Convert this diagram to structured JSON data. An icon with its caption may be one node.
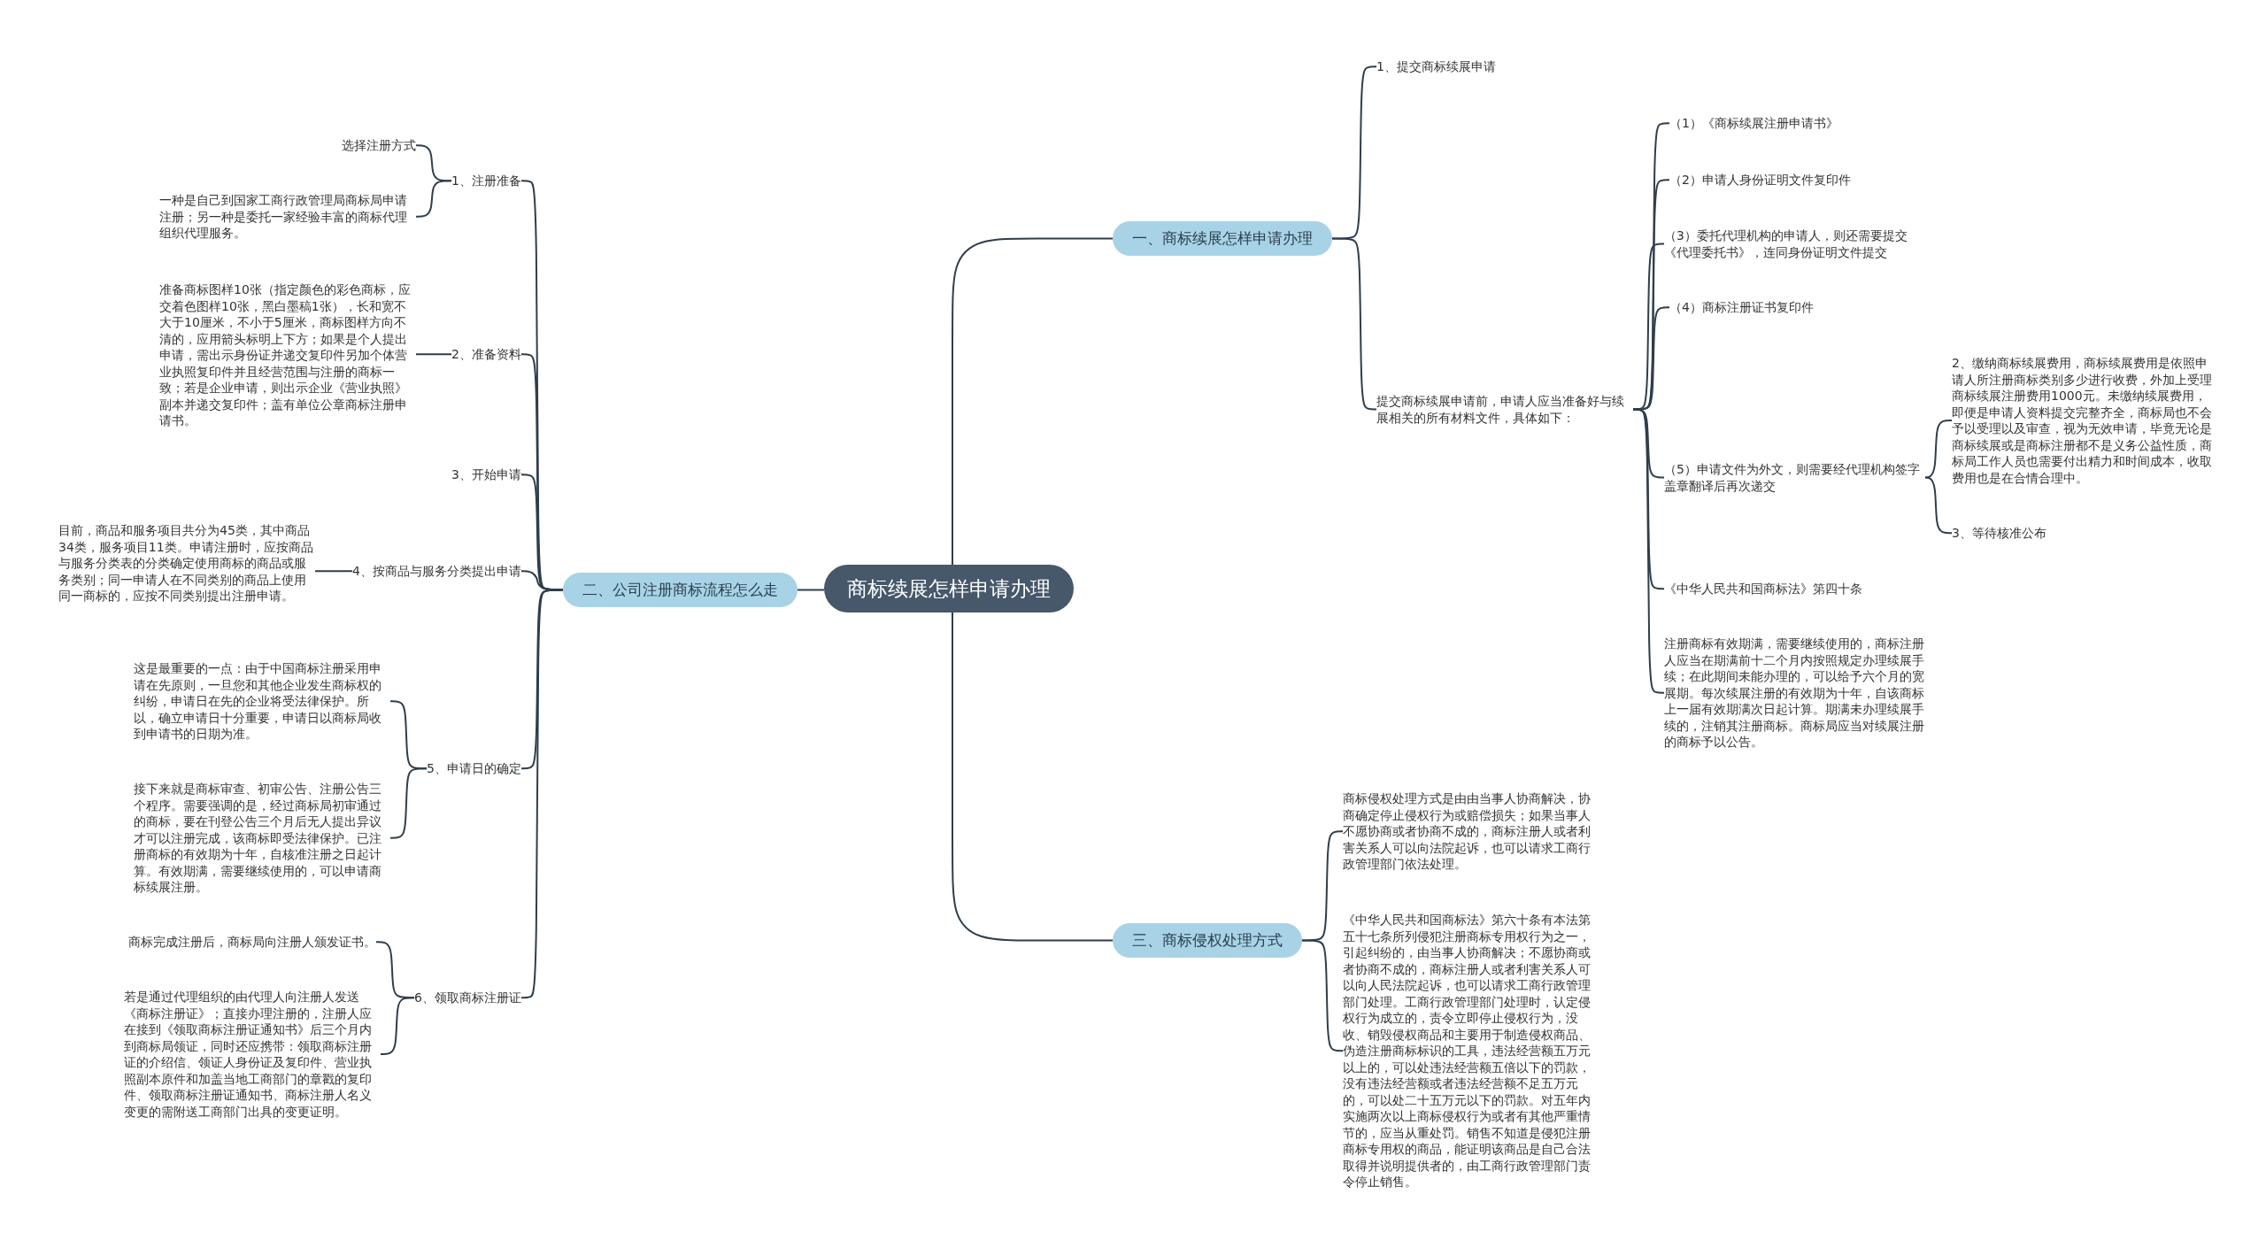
{
  "diagram": {
    "nodes": [
      {
        "text": [
          "商标续展怎样申请办理"
        ]
      },
      {
        "text": [
          "一、商标续展怎样申请办理"
        ]
      },
      {
        "text": [
          "二、公司注册商标流程怎么走"
        ]
      },
      {
        "text": [
          "三、商标侵权处理方式"
        ]
      },
      {
        "text": [
          "1、提交商标续展申请"
        ]
      },
      {
        "text": [
          "提交商标续展申请前，申请人应当准备好与续展相关的所有材料文件，具体如下："
        ]
      },
      {
        "text": [
          "（1）《商标续展注册申请书》"
        ]
      },
      {
        "text": [
          "（2）申请人身份证明文件复印件"
        ]
      },
      {
        "text": [
          "（3）委托代理机构的申请人，则还需要提交《代理委托书》，连同身份证明文件提交"
        ]
      },
      {
        "text": [
          "（4）商标注册证书复印件"
        ]
      },
      {
        "text": [
          "（5）申请文件为外文，则需要经代理机构签字盖章翻译后再次递交"
        ]
      },
      {
        "text": [
          "《中华人民共和国商标法》第四十条"
        ]
      },
      {
        "text": [
          "注册商标有效期满，需要继续使用的，商标注册人应当在期满前十二个月内按照规定办理续展手续；在此期间未能办理的，可以给予六个月的宽展期。每次续展注册的有效期为十年，自该商标上一届有效期满次日起计算。期满未办理续展手续的，注销其注册商标。商标局应当对续展注册的商标予以公告。"
        ]
      },
      {
        "text": [
          "2、缴纳商标续展费用，商标续展费用是依照申请人所注册商标类别多少进行收费，外加上受理商标续展注册费用1000元。未缴纳续展费用，即便是申请人资料提交完整齐全，商标局也不会予以受理以及审查，视为无效申请，毕竟无论是商标续展或是商标注册都不是义务公益性质，商标局工作人员也需要付出精力和时间成本，收取费用也是在合情合理中。"
        ]
      },
      {
        "text": [
          "3、等待核准公布"
        ]
      },
      {
        "text": [
          "1、注册准备"
        ]
      },
      {
        "text": [
          "选择注册方式"
        ]
      },
      {
        "text": [
          "一种是自己到国家工商行政管理局商标局申请注册；另一种是委托一家经验丰富的商标代理组织代理服务。"
        ]
      },
      {
        "text": [
          "2、准备资料"
        ]
      },
      {
        "text": [
          "准备商标图样10张（指定颜色的彩色商标，应交着色图样10张，黑白墨稿1张），长和宽不大于10厘米，不小于5厘米，商标图样方向不清的，应用箭头标明上下方；如果是个人提出申请，需出示身份证并递交复印件另加个体营业执照复印件并且经营范围与注册的商标一致；若是企业申请，则出示企业《营业执照》副本并递交复印件；盖有单位公章商标注册申请书。"
        ]
      },
      {
        "text": [
          "3、开始申请"
        ]
      },
      {
        "text": [
          "4、按商品与服务分类提出申请"
        ]
      },
      {
        "text": [
          "目前，商品和服务项目共分为45类，其中商品34类，服务项目11类。申请注册时，应按商品与服务分类表的分类确定使用商标的商品或服务类别；同一申请人在不同类别的商品上使用同一商标的，应按不同类别提出注册申请。"
        ]
      },
      {
        "text": [
          "5、申请日的确定"
        ]
      },
      {
        "text": [
          "这是最重要的一点：由于中国商标注册采用申请在先原则，一旦您和其他企业发生商标权的纠纷，申请日在先的企业将受法律保护。所以，确立申请日十分重要，申请日以商标局收到申请书的日期为准。"
        ]
      },
      {
        "text": [
          "接下来就是商标审查、初审公告、注册公告三个程序。需要强调的是，经过商标局初审通过的商标，要在刊登公告三个月后无人提出异议才可以注册完成，该商标即受法律保护。已注册商标的有效期为十年，自核准注册之日起计算。有效期满，需要继续使用的，可以申请商标续展注册。"
        ]
      },
      {
        "text": [
          "6、领取商标注册证"
        ]
      },
      {
        "text": [
          "商标完成注册后，商标局向注册人颁发证书。"
        ]
      },
      {
        "text": [
          "若是通过代理组织的由代理人向注册人发送《商标注册证》；直接办理注册的，注册人应在接到《领取商标注册证通知书》后三个月内到商标局领证，同时还应携带：领取商标注册证的介绍信、领证人身份证及复印件、营业执照副本原件和加盖当地工商部门的章戳的复印件、领取商标注册证通知书、商标注册人名义变更的需附送工商部门出具的变更证明。"
        ]
      },
      {
        "text": [
          "商标侵权处理方式是由由当事人协商解决，协商确定停止侵权行为或赔偿损失；如果当事人不愿协商或者协商不成的，商标注册人或者利害关系人可以向法院起诉，也可以请求工商行政管理部门依法处理。"
        ]
      },
      {
        "text": [
          "《中华人民共和国商标法》第六十条有本法第五十七条所列侵犯注册商标专用权行为之一，引起纠纷的，由当事人协商解决；不愿协商或者协商不成的，商标注册人或者利害关系人可以向人民法院起诉，也可以请求工商行政管理部门处理。工商行政管理部门处理时，认定侵权行为成立的，责令立即停止侵权行为，没收、销毁侵权商品和主要用于制造侵权商品、伪造注册商标标识的工具，违法经营额五万元以上的，可以处违法经营额五倍以下的罚款，没有违法经营额或者违法经营额不足五万元的，可以处二十五万元以下的罚款。对五年内实施两次以上商标侵权行为或者有其他严重情节的，应当从重处罚。销售不知道是侵犯注册商标专用权的商品，能证明该商品是自己合法取得并说明提供者的，由工商行政管理部门责令停止销售。"
        ]
      }
    ],
    "edges": [
      {
        "from": 0,
        "to": 1,
        "arrow": "none"
      },
      {
        "from": 0,
        "to": 2,
        "arrow": "none"
      },
      {
        "from": 0,
        "to": 3,
        "arrow": "none"
      },
      {
        "from": 1,
        "to": 4,
        "arrow": "none"
      },
      {
        "from": 1,
        "to": 5,
        "arrow": "none"
      },
      {
        "from": 5,
        "to": 6,
        "arrow": "none"
      },
      {
        "from": 5,
        "to": 7,
        "arrow": "none"
      },
      {
        "from": 5,
        "to": 8,
        "arrow": "none"
      },
      {
        "from": 5,
        "to": 9,
        "arrow": "none"
      },
      {
        "from": 5,
        "to": 10,
        "arrow": "none"
      },
      {
        "from": 5,
        "to": 11,
        "arrow": "none"
      },
      {
        "from": 5,
        "to": 12,
        "arrow": "none"
      },
      {
        "from": 10,
        "to": 13,
        "arrow": "none"
      },
      {
        "from": 10,
        "to": 14,
        "arrow": "none"
      },
      {
        "from": 2,
        "to": 15,
        "arrow": "none"
      },
      {
        "from": 15,
        "to": 16,
        "arrow": "none"
      },
      {
        "from": 15,
        "to": 17,
        "arrow": "none"
      },
      {
        "from": 2,
        "to": 18,
        "arrow": "none"
      },
      {
        "from": 18,
        "to": 19,
        "arrow": "none"
      },
      {
        "from": 2,
        "to": 20,
        "arrow": "none"
      },
      {
        "from": 2,
        "to": 21,
        "arrow": "none"
      },
      {
        "from": 21,
        "to": 22,
        "arrow": "none"
      },
      {
        "from": 2,
        "to": 23,
        "arrow": "none"
      },
      {
        "from": 23,
        "to": 24,
        "arrow": "none"
      },
      {
        "from": 23,
        "to": 25,
        "arrow": "none"
      },
      {
        "from": 2,
        "to": 26,
        "arrow": "none"
      },
      {
        "from": 26,
        "to": 27,
        "arrow": "none"
      },
      {
        "from": 26,
        "to": 28,
        "arrow": "none"
      },
      {
        "from": 3,
        "to": 29,
        "arrow": "none"
      },
      {
        "from": 3,
        "to": 30,
        "arrow": "none"
      }
    ]
  }
}
